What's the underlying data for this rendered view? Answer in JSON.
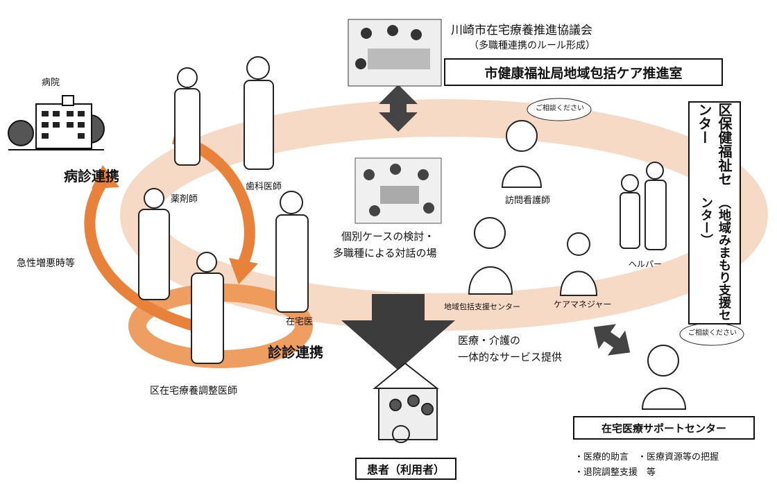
{
  "council": {
    "title": "川崎市在宅療養推進協議会",
    "subtitle": "（多職種連携のルール形成）",
    "office": "市健康福祉局地域包括ケア推進室"
  },
  "ward_center": {
    "title": "区保健福祉センター",
    "subtitle": "（地域みまもり支援センター）"
  },
  "labels": {
    "hospital": "病院",
    "hospital_clinic_link": "病診連携",
    "clinic_clinic_link": "診診連携",
    "pharmacist": "薬剤師",
    "dentist": "歯科医師",
    "home_doctor": "在宅医",
    "emergency": "急性増悪時等",
    "ward_coordinator": "区在宅療養調整医師",
    "case_meeting_line1": "個別ケースの検討・",
    "case_meeting_line2": "多職種による対話の場",
    "visiting_nurse": "訪問看護師",
    "helper": "ヘルパー",
    "care_manager": "ケアマネジャー",
    "comprehensive_center": "地域包括支援センター",
    "consult_bubble_1": "ご相談ください",
    "consult_bubble_2": "ご相談ください",
    "service_line1": "医療・介護の",
    "service_line2": "一体的なサービス提供",
    "patient": "患者（利用者）"
  },
  "support_center": {
    "title": "在宅医療サポートセンター",
    "item1": "・医療的助言　・医療資源等の把握",
    "item2": "・退院調整支援　等"
  },
  "colors": {
    "ring": "#f8d8c0",
    "arrow_orange": "#e8823a",
    "arrow_dark": "#404040"
  }
}
